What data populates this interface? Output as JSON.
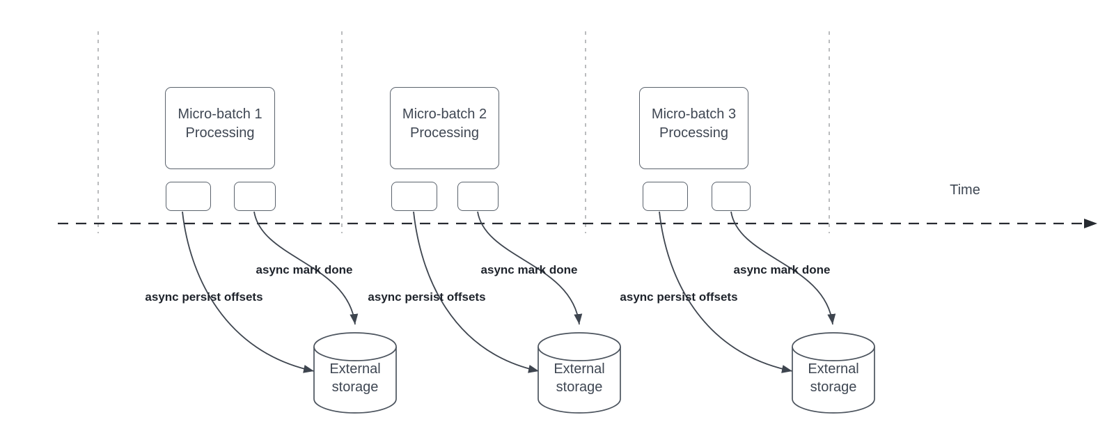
{
  "axis": {
    "label": "Time"
  },
  "groups": [
    {
      "box_label": "Micro-batch 1\nProcessing",
      "persist_label": "async persist offsets",
      "mark_label": "async mark done",
      "storage_label": "External\nstorage"
    },
    {
      "box_label": "Micro-batch 2\nProcessing",
      "persist_label": "async persist offsets",
      "mark_label": "async mark done",
      "storage_label": "External\nstorage"
    },
    {
      "box_label": "Micro-batch 3\nProcessing",
      "persist_label": "async persist offsets",
      "mark_label": "async mark done",
      "storage_label": "External\nstorage"
    }
  ],
  "colors": {
    "node_stroke": "#5a626c",
    "arrow_stroke": "#3e454f",
    "axis_stroke": "#272b31",
    "guide_stroke": "#aaacae",
    "node_text": "#3f4753",
    "label_text": "#1e232b",
    "background": "#ffffff"
  }
}
